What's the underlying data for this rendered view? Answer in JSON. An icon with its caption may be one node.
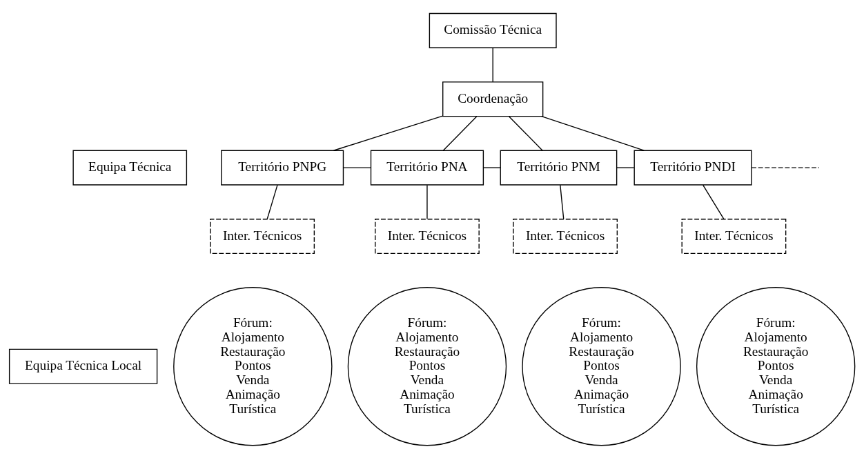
{
  "diagram": {
    "nodes": [
      {
        "text": [
          "Comissão Técnica"
        ]
      },
      {
        "text": [
          "Coordenação"
        ]
      },
      {
        "text": [
          "Território PNPG"
        ]
      },
      {
        "text": [
          "Território PNA"
        ]
      },
      {
        "text": [
          "Território PNM"
        ]
      },
      {
        "text": [
          "Território PNDI"
        ]
      },
      {
        "text": [
          "Inter. Técnicos"
        ]
      },
      {
        "text": [
          "Inter. Técnicos"
        ]
      },
      {
        "text": [
          "Inter. Técnicos"
        ]
      },
      {
        "text": [
          "Inter. Técnicos"
        ]
      },
      {
        "text": [
          "Fórum:",
          "Alojamento Restauração Pontos Venda Animação Turística"
        ]
      },
      {
        "text": [
          "Fórum:",
          "Alojamento Restauração Pontos Venda Animação Turística"
        ]
      },
      {
        "text": [
          "Fórum:",
          "Alojamento Restauração Pontos Venda Animação Turística"
        ]
      },
      {
        "text": [
          "Fórum:",
          "Alojamento Restauração Pontos Venda Animação Turística"
        ]
      },
      {
        "text": [
          "Equipa Técnica"
        ]
      },
      {
        "text": [
          "Equipa Técnica Local"
        ]
      }
    ],
    "edges": [
      {
        "from": 0,
        "to": 1,
        "arrow": "none"
      },
      {
        "from": 1,
        "to": 2,
        "arrow": "none"
      },
      {
        "from": 1,
        "to": 3,
        "arrow": "none"
      },
      {
        "from": 1,
        "to": 4,
        "arrow": "none"
      },
      {
        "from": 1,
        "to": 5,
        "arrow": "none"
      },
      {
        "from": 2,
        "to": 3,
        "arrow": "none"
      },
      {
        "from": 3,
        "to": 4,
        "arrow": "none"
      },
      {
        "from": 4,
        "to": 5,
        "arrow": "none"
      },
      {
        "from": 2,
        "to": 6,
        "arrow": "none"
      },
      {
        "from": 3,
        "to": 7,
        "arrow": "none"
      },
      {
        "from": 4,
        "to": 8,
        "arrow": "none"
      },
      {
        "from": 5,
        "to": 9,
        "arrow": "none"
      },
      {
        "from": 5,
        "to": null,
        "arrow": "none",
        "style": "dashed"
      }
    ]
  }
}
